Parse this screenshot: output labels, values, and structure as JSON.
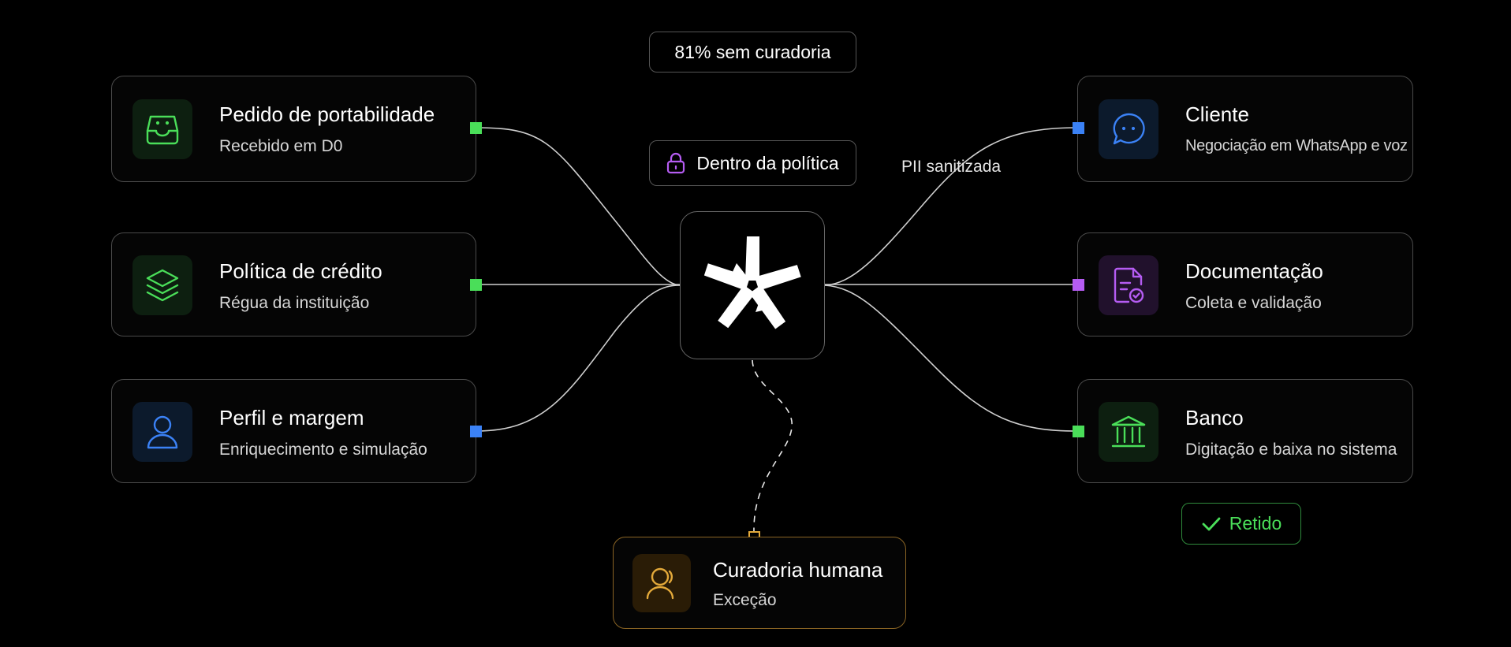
{
  "pills": {
    "no_curation": "81% sem curadoria",
    "policy": "Dentro da política",
    "retained": "Retido"
  },
  "wire_label": "PII sanitizada",
  "left_cards": [
    {
      "title": "Pedido de portabilidade",
      "subtitle": "Recebido em D0",
      "icon": "inbox-icon",
      "color": "#4ade59"
    },
    {
      "title": "Política de crédito",
      "subtitle": "Régua da instituição",
      "icon": "layers-icon",
      "color": "#4ade59"
    },
    {
      "title": "Perfil e margem",
      "subtitle": "Enriquecimento e simulação",
      "icon": "user-icon",
      "color": "#3b82f6"
    }
  ],
  "right_cards": [
    {
      "title": "Cliente",
      "subtitle": "Negociação em WhatsApp e voz",
      "icon": "chat-bubble-icon",
      "color": "#3b82f6"
    },
    {
      "title": "Documentação",
      "subtitle": "Coleta e validação",
      "icon": "document-check-icon",
      "color": "#b55cf2"
    },
    {
      "title": "Banco",
      "subtitle": "Digitação e baixa no sistema",
      "icon": "bank-icon",
      "color": "#4ade59"
    }
  ],
  "bottom_card": {
    "title": "Curadoria humana",
    "subtitle": "Exceção",
    "icon": "person-icon",
    "color": "#e3a93a"
  },
  "hub": {
    "icon": "asterisk-logo-icon"
  },
  "colors": {
    "green": "#4ade59",
    "blue": "#3b82f6",
    "purple": "#b55cf2",
    "amber": "#e3a93a"
  }
}
